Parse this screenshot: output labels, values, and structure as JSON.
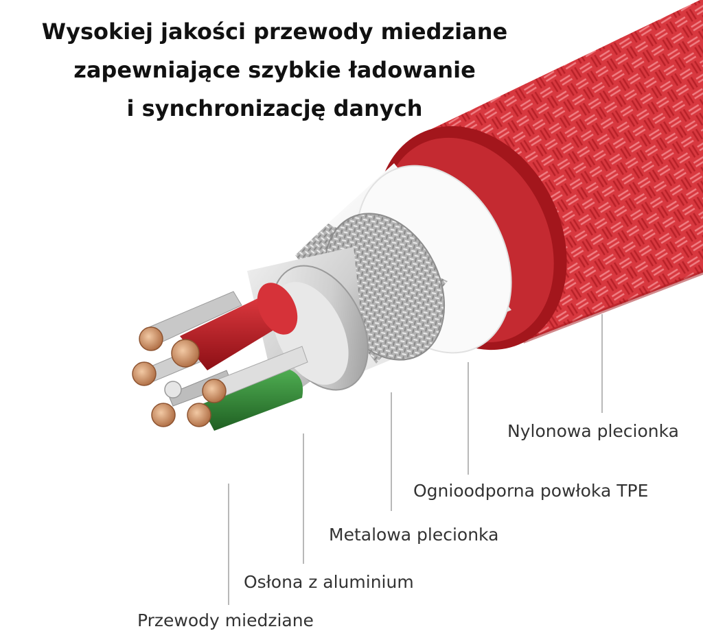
{
  "headline": {
    "line1": "Wysokiej jakości przewody miedziane",
    "line2": "zapewniające szybkie ładowanie",
    "line3": "i synchronizację danych"
  },
  "layers": [
    {
      "label": "Nylonowa plecionka"
    },
    {
      "label": "Ognioodporna powłoka TPE"
    },
    {
      "label": "Metalowa plecionka"
    },
    {
      "label": "Osłona z aluminium"
    },
    {
      "label": "Przewody miedziane"
    }
  ],
  "colors": {
    "nylon_braid": "#d8383f",
    "nylon_rim": "#a3161c",
    "tpe": "#f5f5f5",
    "metal_braid": "#b3b3b3",
    "aluminium": "#d2d2d2",
    "wire_red": "#c21b23",
    "wire_green": "#2f8a33",
    "copper": "#c9875a",
    "leader_line": "#b8b8b8"
  }
}
